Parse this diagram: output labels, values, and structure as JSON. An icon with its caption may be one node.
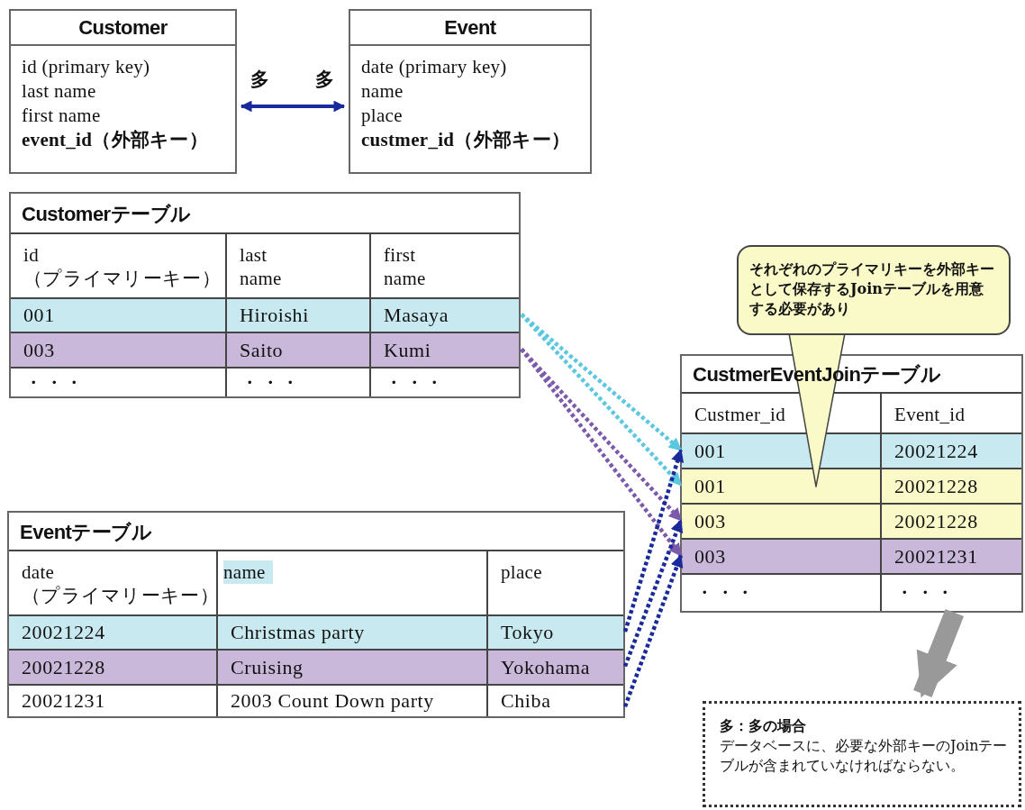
{
  "diagram": {
    "nodes": [
      {
        "text": [
          "Customer",
          "id (primary key)",
          "last name",
          "first name",
          "event_id（外部キー）"
        ]
      },
      {
        "text": [
          "Event",
          "date (primary key)",
          "name",
          "place",
          "custmer_id（外部キー）"
        ]
      },
      {
        "text": [
          "Customerテーブル"
        ]
      },
      {
        "text": [
          "id （プライマリーキー）",
          "last name",
          "first name"
        ],
        "in": 2
      },
      {
        "text": [
          "001",
          "Hiroishi",
          "Masaya"
        ],
        "in": 2
      },
      {
        "text": [
          "003",
          "Saito",
          "Kumi"
        ],
        "in": 2
      },
      {
        "text": [
          "・・・",
          "・・・",
          "・・・"
        ],
        "in": 2
      },
      {
        "text": [
          "CustmerEventJoinテーブル"
        ]
      },
      {
        "text": [
          "Custmer_id",
          "Event_id"
        ],
        "in": 7
      },
      {
        "text": [
          "001",
          "20021224"
        ],
        "in": 7
      },
      {
        "text": [
          "001",
          "20021228"
        ],
        "in": 7
      },
      {
        "text": [
          "003",
          "20021228"
        ],
        "in": 7
      },
      {
        "text": [
          "003",
          "20021231"
        ],
        "in": 7
      },
      {
        "text": [
          "・・・",
          "・・・"
        ],
        "in": 7
      },
      {
        "text": [
          "Eventテーブル"
        ]
      },
      {
        "text": [
          "date （プライマリーキー）",
          "name",
          "place"
        ],
        "in": 14
      },
      {
        "text": [
          "20021224",
          "Christmas party",
          "Tokyo"
        ],
        "in": 14
      },
      {
        "text": [
          "20021228",
          "Cruising",
          "Yokohama"
        ],
        "in": 14
      },
      {
        "text": [
          "20021231",
          "2003 Count Down party",
          "Chiba"
        ],
        "in": 14
      },
      {
        "text": [
          "それぞれのプライマリキーを外部キーとして保存するJoinテーブルを用意する必要があり"
        ]
      },
      {
        "text": [
          "多：多の場合",
          "データベースに、必要な外部キーのJoinテーブルが含まれていなければならない。"
        ]
      }
    ],
    "edges": [
      {
        "from": 0,
        "to": 1,
        "arrow": "both"
      },
      {
        "from": 4,
        "to": 9,
        "arrow": "to",
        "style": "dashed",
        "color": "#5bc8e0"
      },
      {
        "from": 4,
        "to": 10,
        "arrow": "to",
        "style": "dashed",
        "color": "#5bc8e0"
      },
      {
        "from": 5,
        "to": 11,
        "arrow": "to",
        "style": "dashed",
        "color": "#7b5aab"
      },
      {
        "from": 5,
        "to": 12,
        "arrow": "to",
        "style": "dashed",
        "color": "#7b5aab"
      },
      {
        "from": 16,
        "to": 9,
        "arrow": "to",
        "style": "dashed"
      },
      {
        "from": 17,
        "to": 11,
        "arrow": "to",
        "style": "dashed"
      },
      {
        "from": 18,
        "to": 12,
        "arrow": "to",
        "style": "dashed"
      },
      {
        "from": 7,
        "to": 20,
        "arrow": "to",
        "style": "thick",
        "color": "#999999"
      }
    ],
    "labels": [
      "多",
      "多"
    ]
  }
}
